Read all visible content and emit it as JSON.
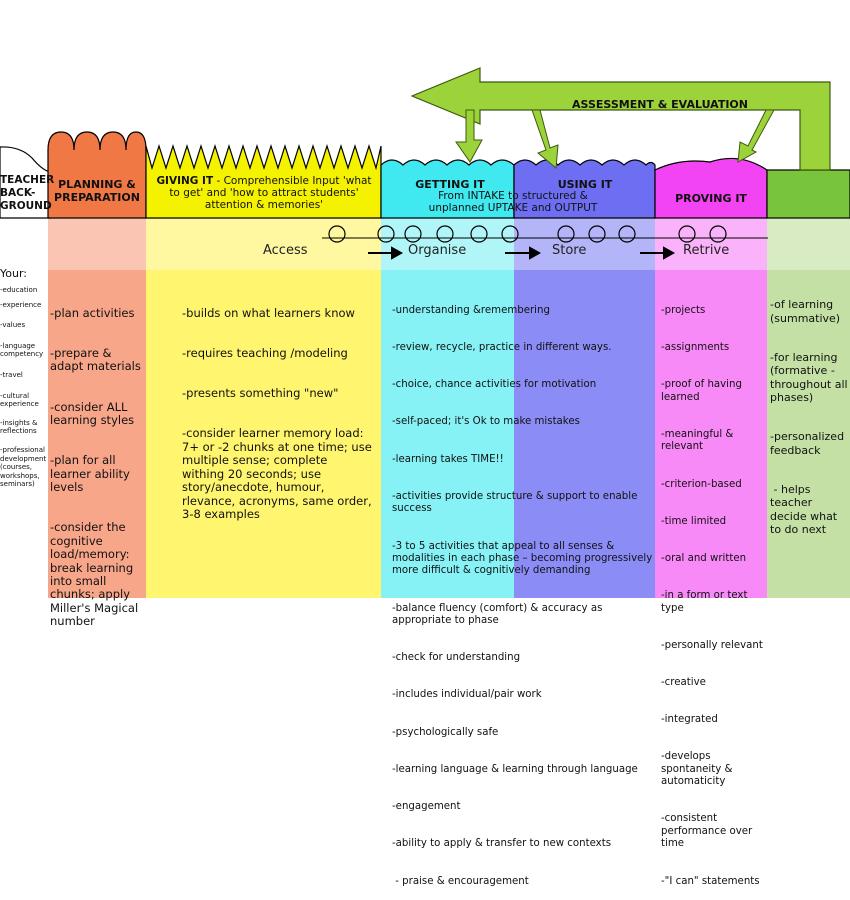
{
  "assessment_label": "ASSESSMENT & EVALUATION",
  "headers": {
    "teacher": "TEACHER BACK-GROUND",
    "planning": "PLANNING & PREPARATION",
    "giving_title": "GIVING IT",
    "giving_sub": " - Comprehensible Input 'what to get' and 'how to attract students' attention & memories'",
    "getting_title": "GETTING IT",
    "using_title": "USING IT",
    "getting_using_sub": "From INTAKE to structured & unplanned UPTAKE and OUTPUT",
    "proving": "PROVING IT"
  },
  "stages": [
    "Access",
    "Organise",
    "Store",
    "Retrive"
  ],
  "sidebar": {
    "heading": "Your:",
    "items": [
      "-education",
      "-experience",
      "-values",
      "-language competency",
      "-travel",
      "-cultural experience",
      "-insights & reflections",
      "-professional development (courses, workshops, seminars)"
    ]
  },
  "planning_items": [
    "-plan activities",
    "-prepare & adapt materials",
    "-consider ALL learning styles",
    "-plan for all learner ability levels",
    "-consider the cognitive load/memory: break learning into small chunks; apply Miller's Magical number"
  ],
  "giving_items": [
    "-builds on what learners know",
    "-requires teaching /modeling",
    "-presents something \"new\"",
    "-consider learner memory load: 7+ or -2 chunks at one time; use multiple sense; complete withing 20 seconds; use story/anecdote, humour, rlevance, acronyms, same order, 3-8 examples"
  ],
  "getting_using_items": [
    "-understanding &remembering",
    "-review, recycle, practice in different ways.",
    "-choice, chance activities for motivation",
    "-self-paced; it's Ok to make mistakes",
    "-learning takes TIME!!",
    "-activities provide structure & support to enable success",
    "-3 to 5 activities that appeal to all senses & modalities in each phase – becoming progressively more difficult & cognitively demanding",
    "-balance fluency (comfort) & accuracy as appropriate to phase",
    "-check for understanding",
    "-includes individual/pair work",
    "-psychologically safe",
    "-learning language & learning through language",
    "-engagement",
    "-ability to apply & transfer to new contexts",
    " - praise & encouragement"
  ],
  "proving_items": [
    "-projects",
    "-assignments",
    "-proof of having learned",
    "-meaningful & relevant",
    "-criterion-based",
    "-time limited",
    "-oral and written",
    "-in a form or text type",
    "-personally relevant",
    "-creative",
    "-integrated",
    "-develops spontaneity & automaticity",
    "-consistent performance over time",
    "-\"I can\" statements"
  ],
  "evaluation_items": [
    "-of learning (summative)",
    "-for learning (formative - throughout all phases)",
    "-personalized feedback",
    " - helps teacher decide what to do next"
  ],
  "colors": {
    "planning_head": "#f07845",
    "planning_body": "#f7a68a",
    "giving_head": "#f5f200",
    "giving_body": "#fff56e",
    "getting_head": "#40e8f0",
    "getting_body": "#86f2f6",
    "using_head": "#6e6ef2",
    "using_body": "#8c8cf6",
    "proving_head": "#f244f2",
    "proving_body": "#f88af8",
    "eval_head": "#78c43c",
    "eval_body": "#c4e0a4",
    "arrow": "#9cd23a"
  }
}
